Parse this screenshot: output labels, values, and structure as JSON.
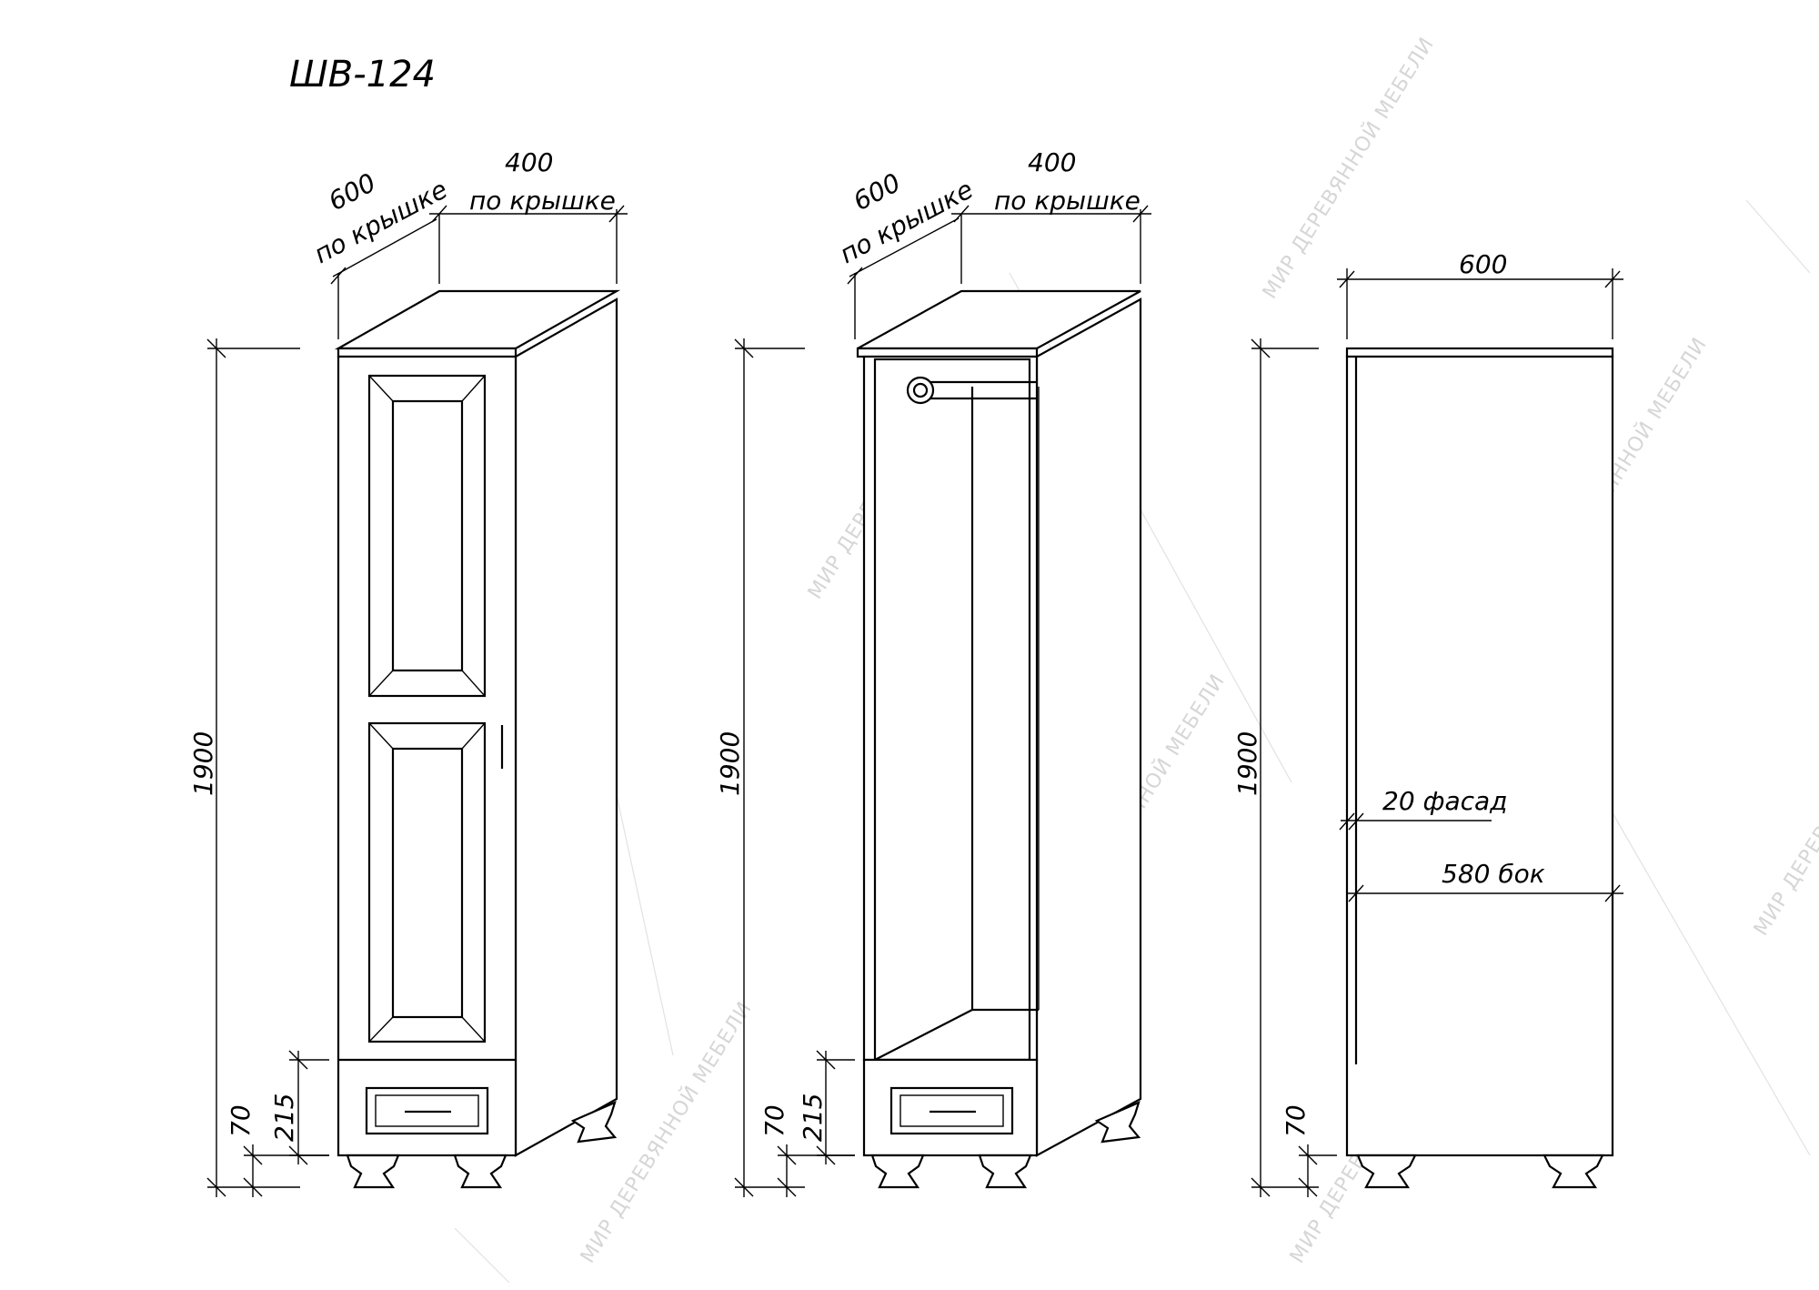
{
  "title": "ШВ-124",
  "watermark": "МИР ДЕРЕВЯННОЙ МЕБЕЛИ",
  "views": {
    "closed": {
      "depth": "600",
      "depth_note": "по крышке",
      "width": "400",
      "width_note": "по крышке",
      "height": "1900",
      "drawer": "215",
      "legs": "70"
    },
    "open": {
      "depth": "600",
      "depth_note": "по крышке",
      "width": "400",
      "width_note": "по крышке",
      "height": "1900",
      "drawer": "215",
      "legs": "70"
    },
    "side": {
      "depth": "600",
      "facade": "20 фасад",
      "side_panel": "580 бок",
      "height": "1900",
      "legs": "70"
    }
  }
}
